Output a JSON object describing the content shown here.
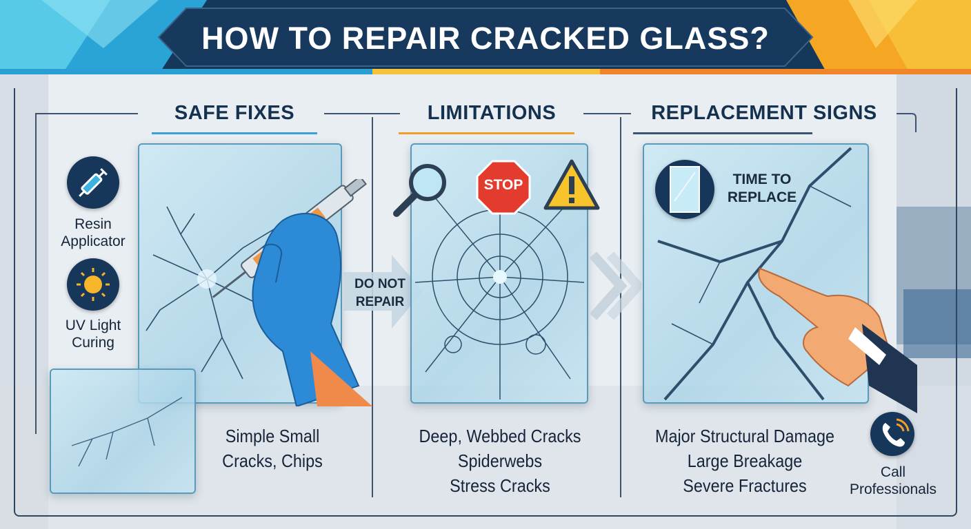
{
  "title": "HOW TO REPAIR CRACKED GLASS?",
  "colors": {
    "navy": "#16375a",
    "blue_accent": "#3ab3e0",
    "orange_accent": "#f39c2a",
    "frame": "#2f4660"
  },
  "sections": [
    {
      "heading": "SAFE FIXES",
      "caption_lines": [
        "Simple Small",
        "Cracks, Chips"
      ],
      "underline_color": "#3aa0d6"
    },
    {
      "heading": "LIMITATIONS",
      "caption_lines": [
        "Deep, Webbed Cracks",
        "Spiderwebs",
        "Stress Cracks"
      ],
      "underline_color": "#f39c2a"
    },
    {
      "heading": "REPLACEMENT SIGNS",
      "caption_lines": [
        "Major Structural Damage",
        "Large Breakage",
        "Severe Fractures"
      ],
      "underline_color": "#3c5470"
    }
  ],
  "tools": [
    {
      "icon": "syringe-icon",
      "label_lines": [
        "Resin",
        "Applicator"
      ]
    },
    {
      "icon": "sun-icon",
      "label_lines": [
        "UV Light",
        "Curing"
      ]
    }
  ],
  "arrow_label_lines": [
    "DO NOT",
    "REPAIR"
  ],
  "stop_sign_text": "STOP",
  "replace_label_lines": [
    "TIME TO",
    "REPLACE"
  ],
  "call": {
    "icon": "phone-icon",
    "label_lines": [
      "Call",
      "Professionals"
    ]
  }
}
